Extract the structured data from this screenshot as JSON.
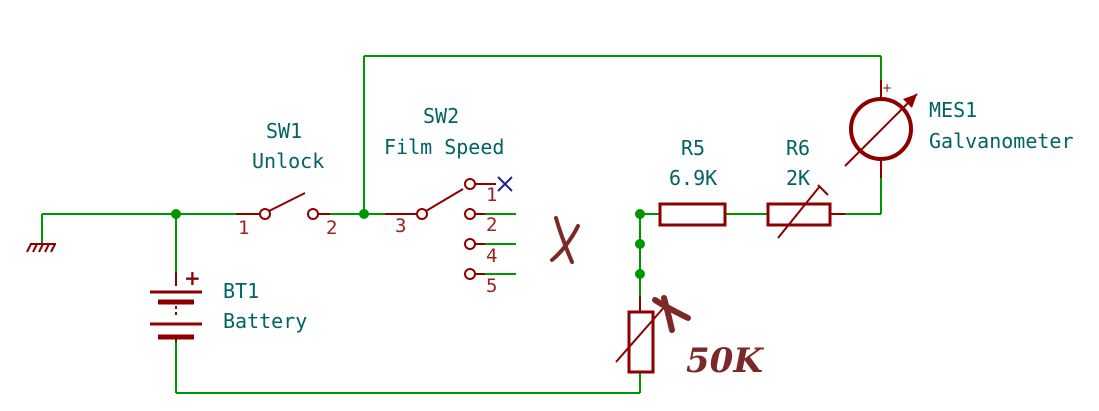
{
  "colors": {
    "wire": "#009600",
    "symbol": "#8c0000",
    "pin_number": "#a02020",
    "ref_text": "#006464",
    "no_connect": "#1e1e96",
    "handwriting": "#7a2828",
    "background": "#ffffff"
  },
  "components": {
    "sw1": {
      "ref": "SW1",
      "value": "Unlock",
      "pin1": "1",
      "pin2": "2"
    },
    "sw2": {
      "ref": "SW2",
      "value": "Film Speed",
      "common_pin": "3",
      "positions": [
        "1",
        "2",
        "4",
        "5"
      ]
    },
    "r5": {
      "ref": "R5",
      "value": "6.9K"
    },
    "r6": {
      "ref": "R6",
      "value": "2K"
    },
    "mes1": {
      "ref": "MES1",
      "value": "Galvanometer",
      "polarity": "+"
    },
    "bt1": {
      "ref": "BT1",
      "value": "Battery",
      "polarity": "+"
    },
    "pot": {
      "handwritten_value": "50K"
    }
  },
  "annotations": {
    "handwritten_x": "X"
  },
  "icons": [
    "ground-icon",
    "no-connect-icon",
    "junction-dot"
  ]
}
